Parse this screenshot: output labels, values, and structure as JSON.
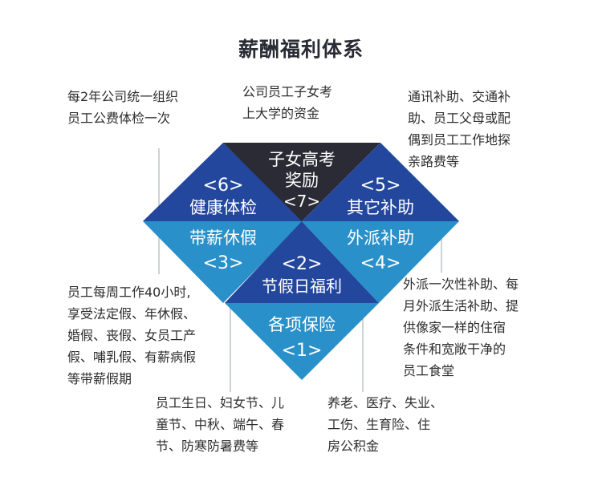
{
  "title": "薪酬福利体系",
  "colors": {
    "dark_navy": "#2b2b36",
    "royal_blue": "#24479e",
    "light_blue": "#2a90c9",
    "connector": "#9aa7b3"
  },
  "segments": {
    "s1": {
      "lines": [
        "各项保险",
        "<1>"
      ]
    },
    "s2": {
      "lines": [
        "<2>",
        "节假日福利"
      ]
    },
    "s3": {
      "lines": [
        "带薪休假",
        "<3>"
      ]
    },
    "s4": {
      "lines": [
        "外派补助",
        "<4>"
      ]
    },
    "s5": {
      "lines": [
        "<5>",
        "其它补助"
      ]
    },
    "s6": {
      "lines": [
        "<6>",
        "健康体检"
      ]
    },
    "s7": {
      "lines": [
        "子女高考",
        "奖励",
        "<7>"
      ]
    }
  },
  "descriptions": {
    "d6": "每2年公司统一组织\n员工公费体检一次",
    "d7": "公司员工子女考\n上大学的资金",
    "d5": "通讯补助、交通补\n助、员工父母或配\n偶到员工工作地探\n亲路费等",
    "d3": "员工每周工作40小时,\n享受法定假、年休假、\n婚假、丧假、女员工产\n假、哺乳假、有薪病假\n等带薪假期",
    "d4": "外派一次性补助、每\n月外派生活补助、提\n供像家一样的住宿\n条件和宽敞干净的\n员工食堂",
    "d2": "员工生日、妇女节、儿\n童节、中秋、端午、春\n节、防寒防暑费等",
    "d1": "养老、医疗、失业、\n工伤、生育险、住\n房公积金"
  }
}
